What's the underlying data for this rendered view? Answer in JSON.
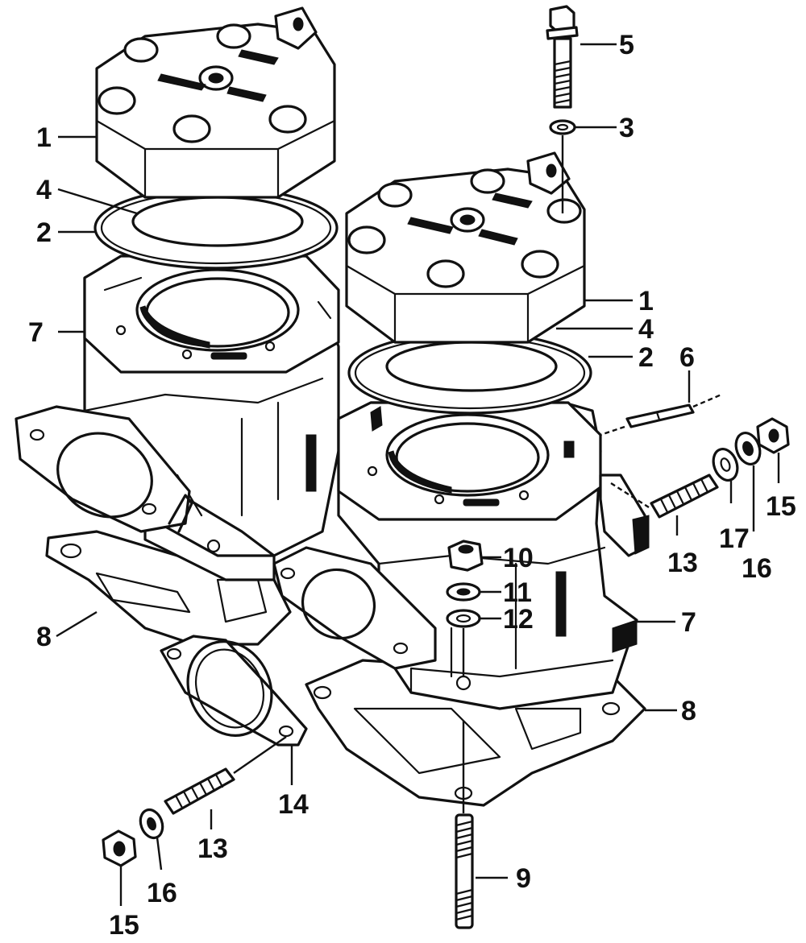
{
  "callouts": {
    "c1a": "1",
    "c1b": "1",
    "c2a": "2",
    "c2b": "2",
    "c3": "3",
    "c4a": "4",
    "c4b": "4",
    "c5": "5",
    "c6": "6",
    "c7a": "7",
    "c7b": "7",
    "c8a": "8",
    "c8b": "8",
    "c9": "9",
    "c10": "10",
    "c11": "11",
    "c12": "12",
    "c13a": "13",
    "c13b": "13",
    "c14": "14",
    "c15a": "15",
    "c15b": "15",
    "c16a": "16",
    "c16b": "16",
    "c17": "17"
  }
}
